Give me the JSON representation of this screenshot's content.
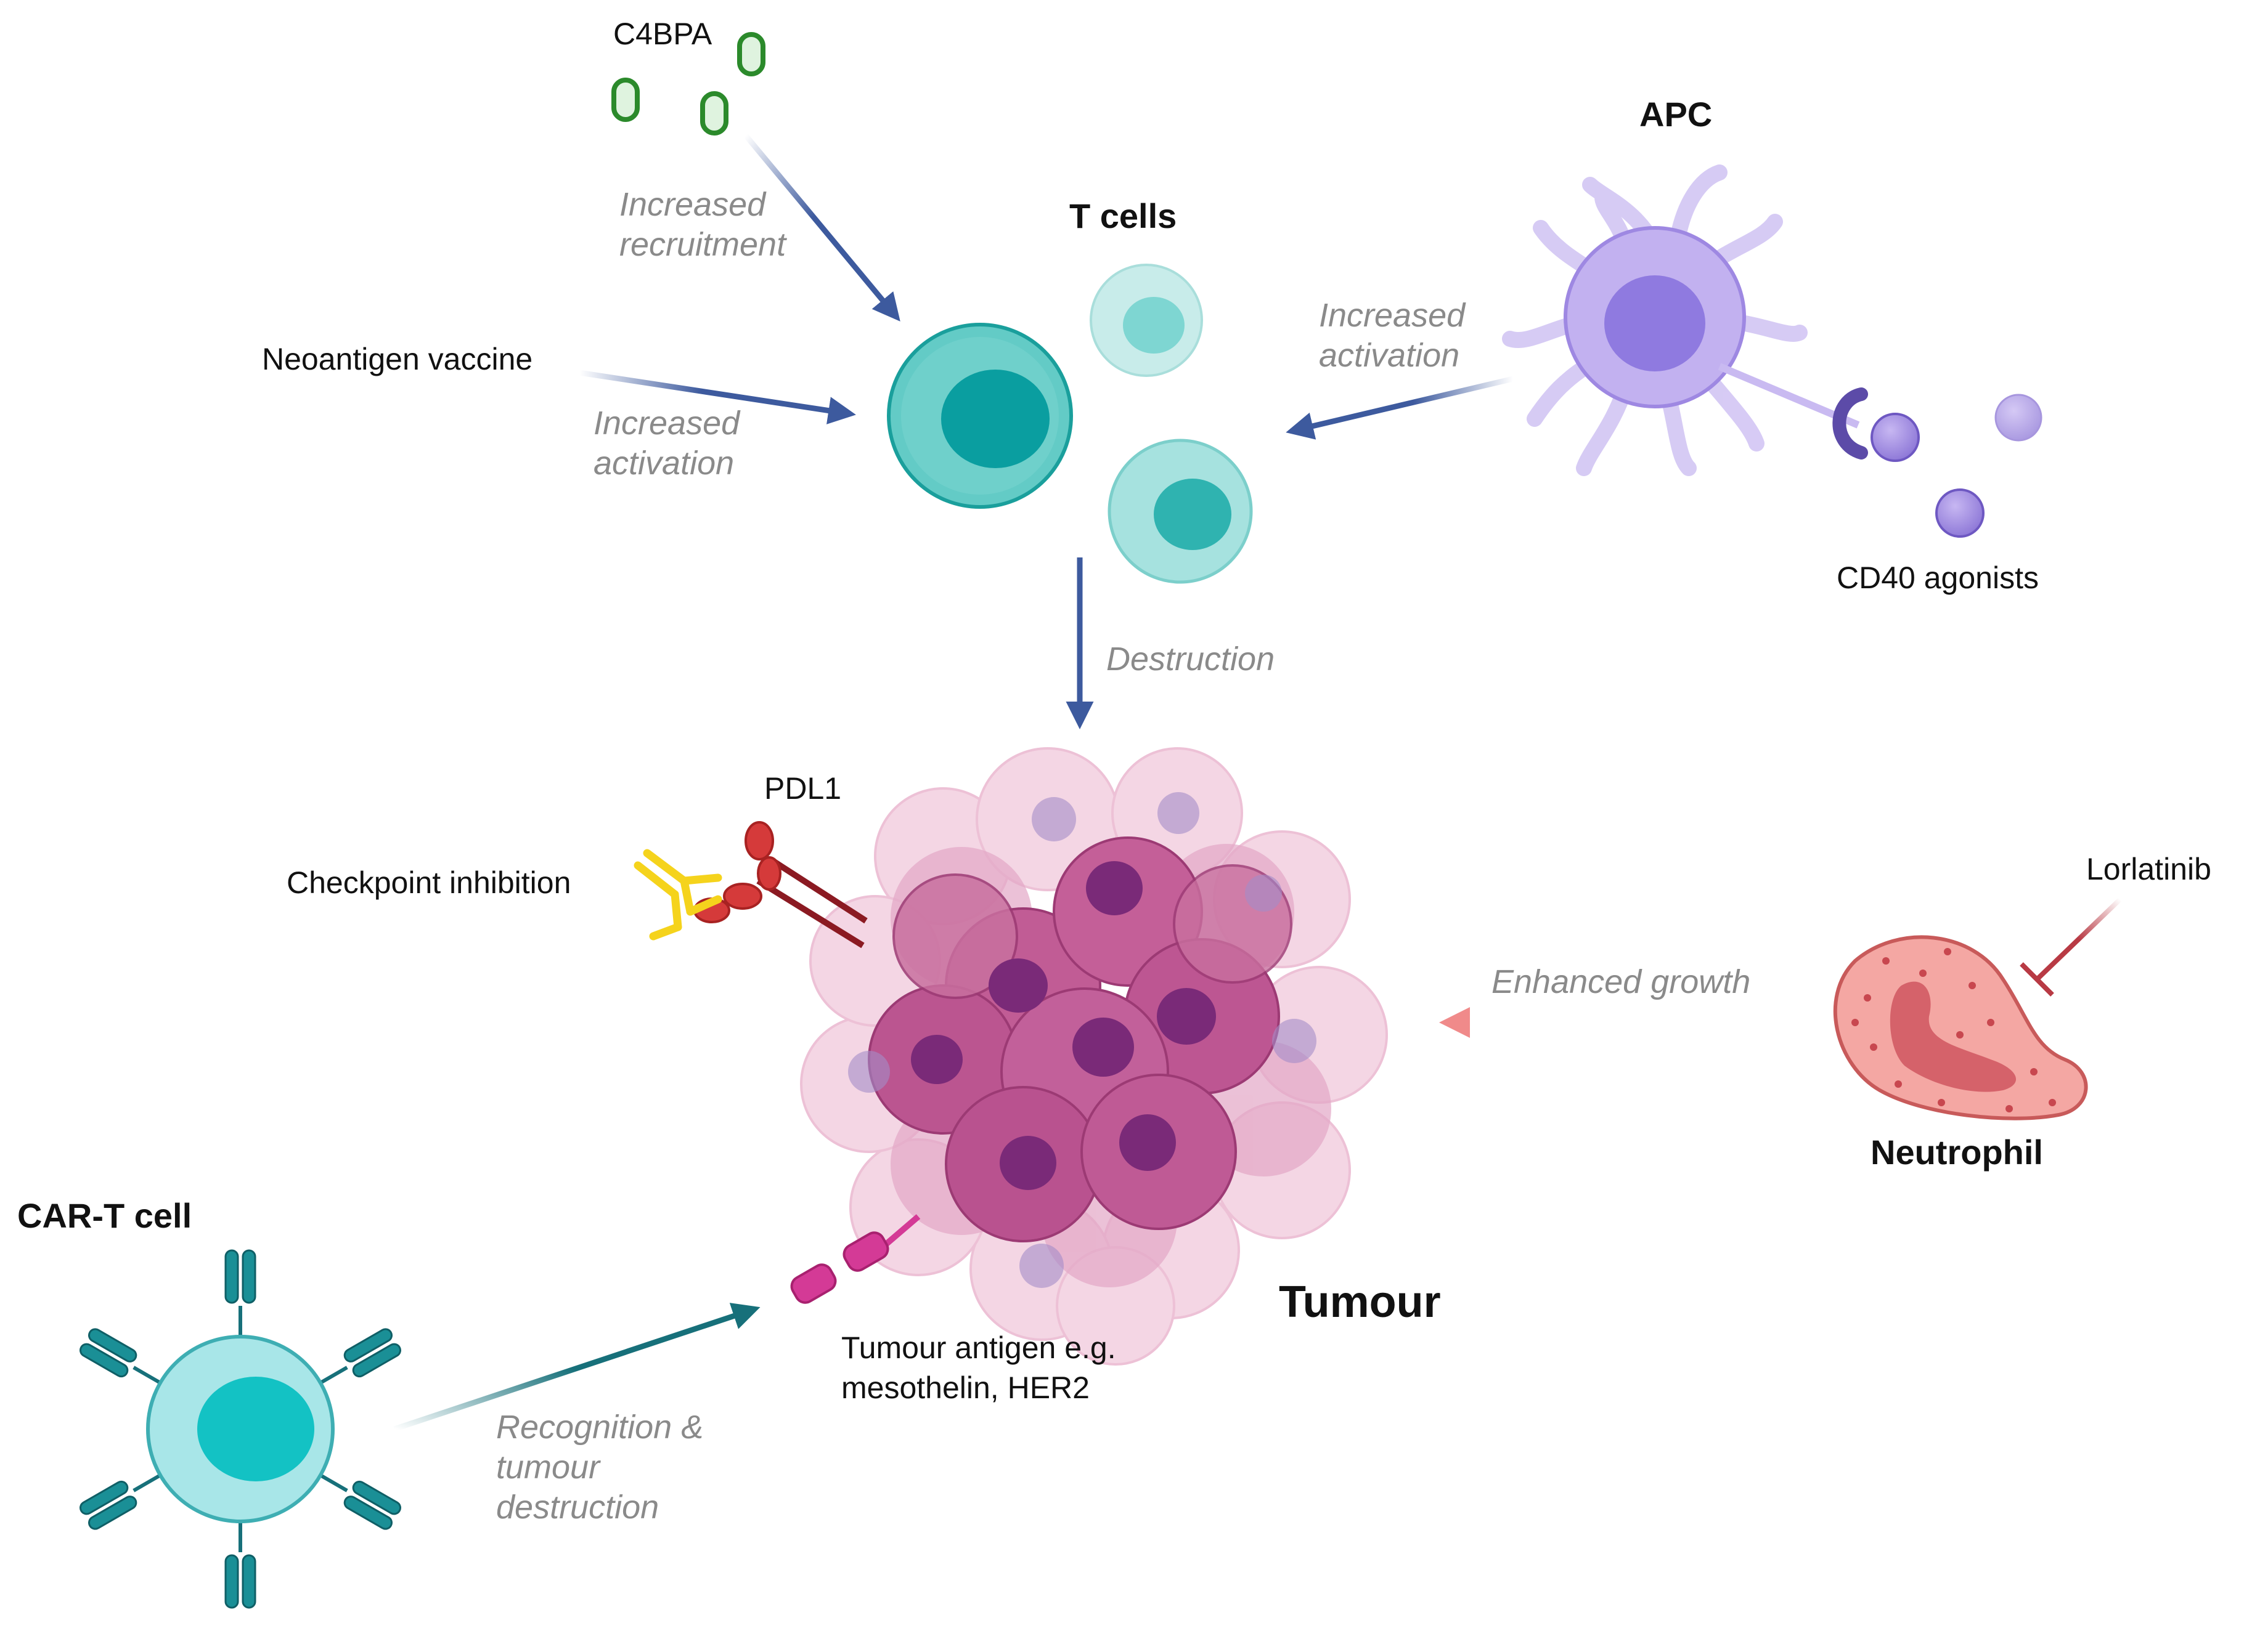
{
  "labels": {
    "c4bpa": "C4BPA",
    "increased_recruitment_1": "Increased",
    "increased_recruitment_2": "recruitment",
    "t_cells": "T cells",
    "apc": "APC",
    "neoantigen_vaccine": "Neoantigen vaccine",
    "increased_activation_left_1": "Increased",
    "increased_activation_left_2": "activation",
    "increased_activation_right_1": "Increased",
    "increased_activation_right_2": "activation",
    "cd40_agonists": "CD40 agonists",
    "destruction": "Destruction",
    "pdl1": "PDL1",
    "checkpoint_inhibition": "Checkpoint inhibition",
    "lorlatinib": "Lorlatinib",
    "enhanced_growth": "Enhanced growth",
    "neutrophil": "Neutrophil",
    "car_t_cell": "CAR-T cell",
    "tumour": "Tumour",
    "tumour_antigen_1": "Tumour antigen e.g.",
    "tumour_antigen_2": "mesothelin, HER2",
    "recognition_1": "Recognition &",
    "recognition_2": "tumour",
    "recognition_3": "destruction"
  },
  "colors": {
    "arrow_blue": "#3d5a9e",
    "arrow_teal": "#17707a",
    "arrow_pink": "#f08a8a",
    "inhibit_red": "#b83a44",
    "t_cell": "#5fc9c4",
    "t_cell_nucleus": "#0a9ea0",
    "apc": "#b9a6ec",
    "apc_nucleus": "#8f7ae0",
    "tumour": "#b04a86",
    "tumour_nucleus": "#7a2a78",
    "neutrophil": "#f4a7a3",
    "car_t": "#a8e6e8",
    "c4bpa": "#2b8a2b",
    "antibody": "#f5d31c",
    "pdl1": "#d53a3a",
    "antigen": "#d43a96"
  }
}
